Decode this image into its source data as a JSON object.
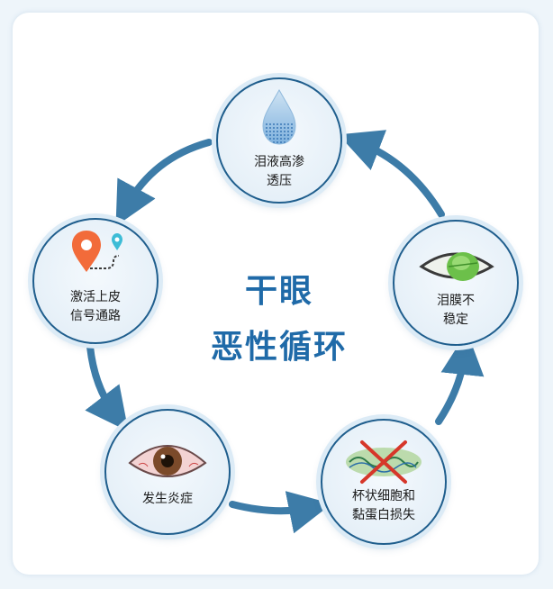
{
  "center": {
    "line1": "干眼",
    "line2": "恶性循环"
  },
  "nodes": [
    {
      "id": "tear-osmolarity",
      "line1": "泪液高渗",
      "line2": "透压",
      "icon": "water-drop-icon"
    },
    {
      "id": "tear-film",
      "line1": "泪膜不",
      "line2": "稳定",
      "icon": "green-eye-icon"
    },
    {
      "id": "goblet-cell",
      "line1": "杯状细胞和",
      "line2": "黏蛋白损失",
      "icon": "crossed-cells-icon"
    },
    {
      "id": "inflammation",
      "line1": "发生炎症",
      "line2": "",
      "icon": "red-eye-icon"
    },
    {
      "id": "signaling",
      "line1": "激活上皮",
      "line2": "信号通路",
      "icon": "location-pin-icon"
    }
  ],
  "colors": {
    "accent": "#1f6aa8",
    "arrow": "#3d7ca8",
    "border": "#1f5e8d"
  }
}
